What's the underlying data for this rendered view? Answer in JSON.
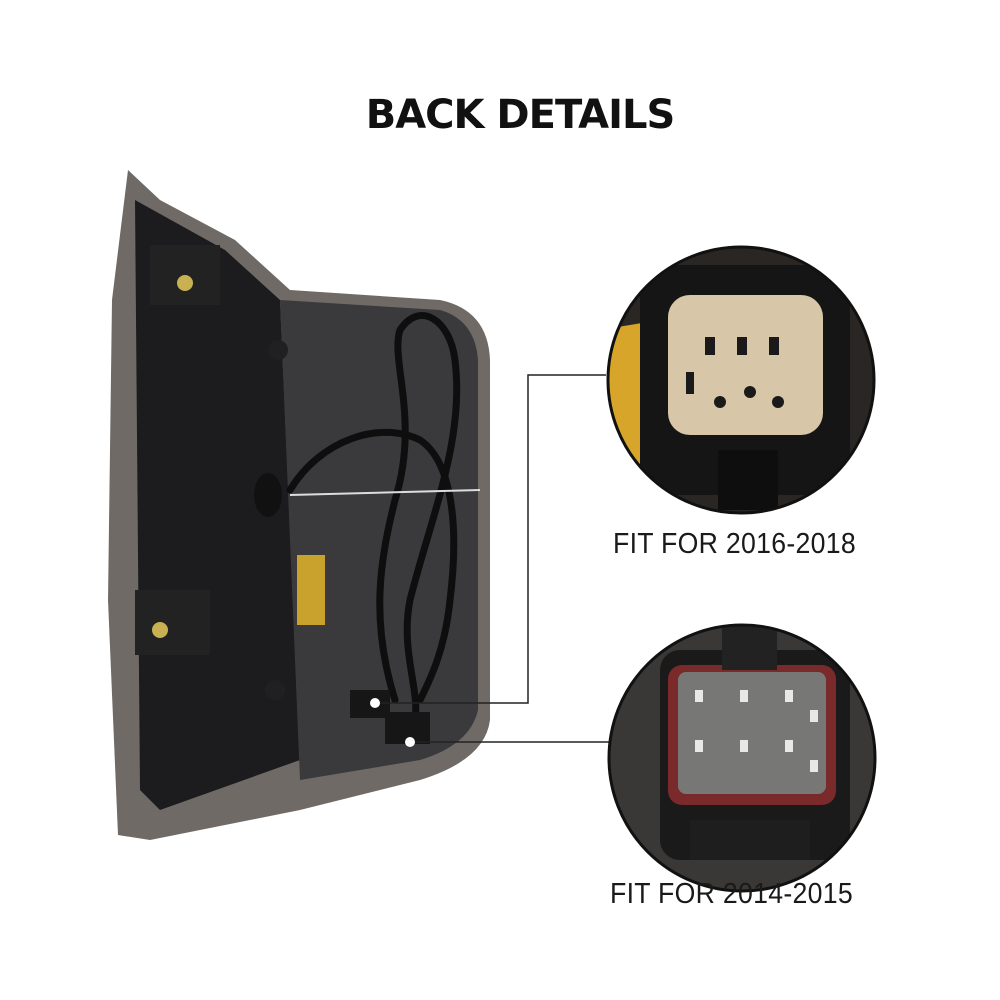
{
  "title": "BACK DETAILS",
  "connectors": [
    {
      "label": "FIT FOR 2016-2018"
    },
    {
      "label": "FIT FOR 2014-2015"
    }
  ]
}
